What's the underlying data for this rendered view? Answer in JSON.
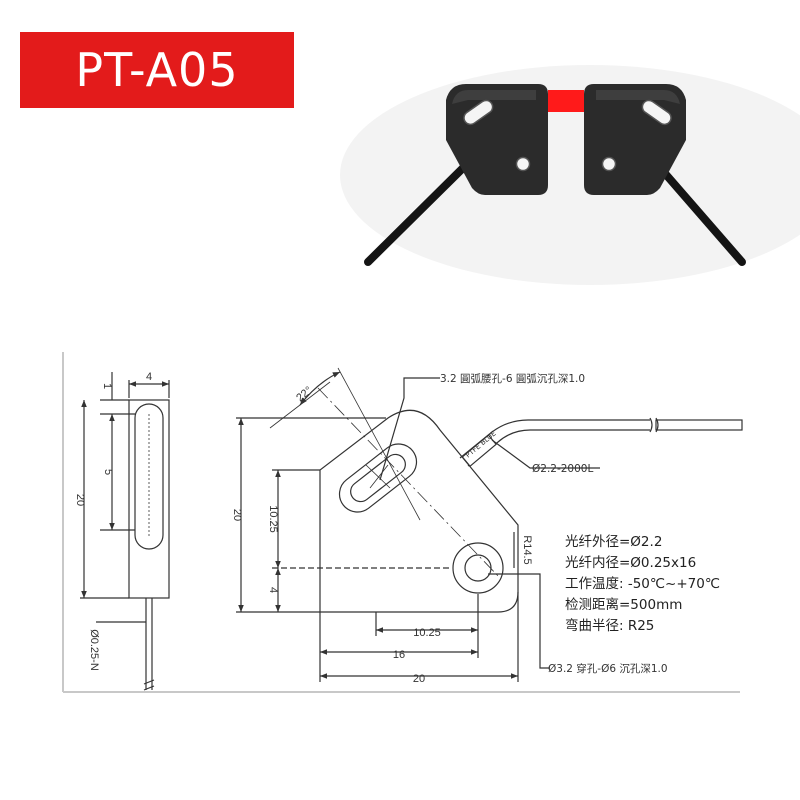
{
  "model": "PT-A05",
  "colors": {
    "badge_bg": "#e31b1b",
    "badge_text": "#ffffff",
    "beam": "#ff1a1a",
    "sensor_body": "#2b2b2b"
  },
  "photo": {
    "description_icon": "sensor-pair-photo"
  },
  "side_view": {
    "dim_width": "4",
    "dim_top": "1",
    "dim_slot": "5",
    "dim_height": "20",
    "fiber_label": "Ø0.25-N"
  },
  "front_view": {
    "dim_angle": "22°",
    "dim_height": "20",
    "dim_hole_y": "10.25",
    "dim_hole_bottom": "4",
    "dim_hole_x": "10.25",
    "dim_width_16": "16",
    "dim_width_20": "20",
    "dim_radius": "R14.5",
    "slot_callout": "3.2 圓弧腰孔-6 圓弧沉孔深1.0",
    "hole_callout": "Ø3.2 穿孔-Ø6 沉孔深1.0",
    "cable_label": "Ø2.2-2000L",
    "cable_tag": "PTFE BLUE"
  },
  "specs": [
    "光纤外径=Ø2.2",
    "光纤内径=Ø0.25x16",
    "工作温度: -50℃~+70℃",
    "检测距离=500mm",
    "弯曲半径:  R25"
  ]
}
